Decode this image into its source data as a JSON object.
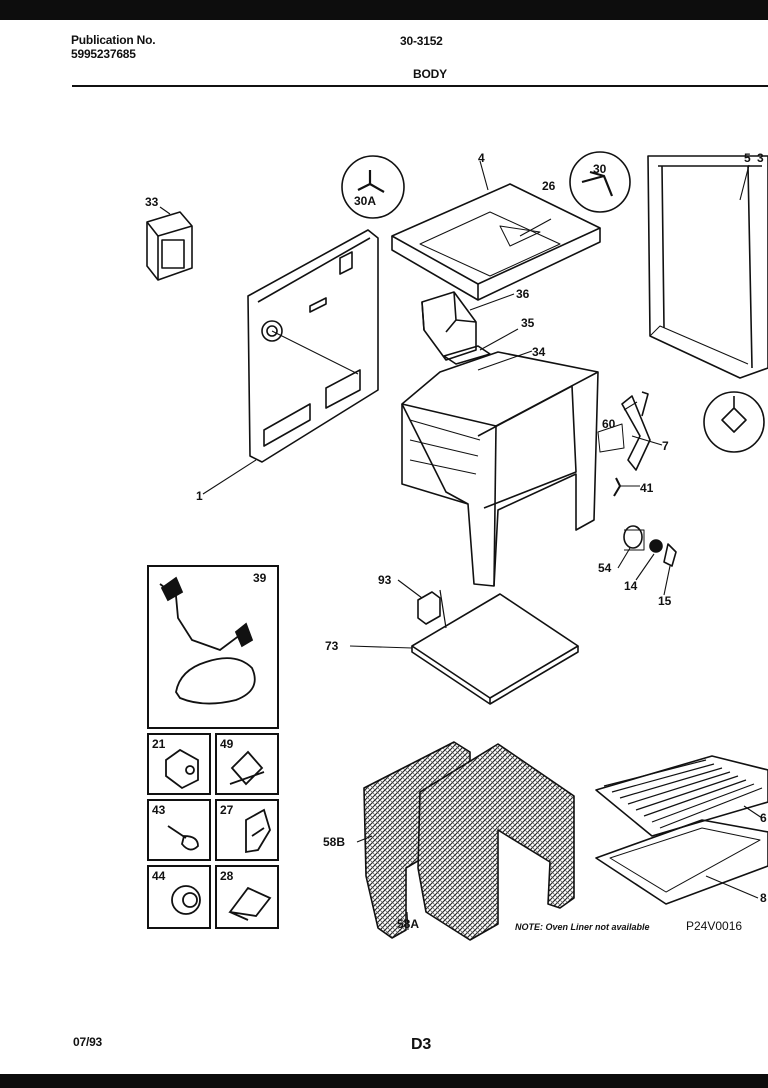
{
  "header": {
    "publication_label": "Publication No.",
    "publication_number": "5995237685",
    "model": "30-3152",
    "section": "BODY"
  },
  "footer": {
    "date": "07/93",
    "page": "D3"
  },
  "note": "NOTE: Oven Liner not available",
  "figure_code": "P24V0016",
  "callouts": {
    "c1": "1",
    "c3": "3",
    "c4": "4",
    "c5": "5",
    "c6": "6",
    "c7": "7",
    "c8": "8",
    "c14": "14",
    "c15": "15",
    "c26": "26",
    "c30": "30",
    "c30A": "30A",
    "c33": "33",
    "c34": "34",
    "c35": "35",
    "c36": "36",
    "c41": "41",
    "c54": "54",
    "c58A": "58A",
    "c58B": "58B",
    "c60": "60",
    "c73": "73",
    "c93": "93"
  },
  "parts_boxes": {
    "b39": "39",
    "b21": "21",
    "b49": "49",
    "b43": "43",
    "b27": "27",
    "b44": "44",
    "b28": "28"
  }
}
